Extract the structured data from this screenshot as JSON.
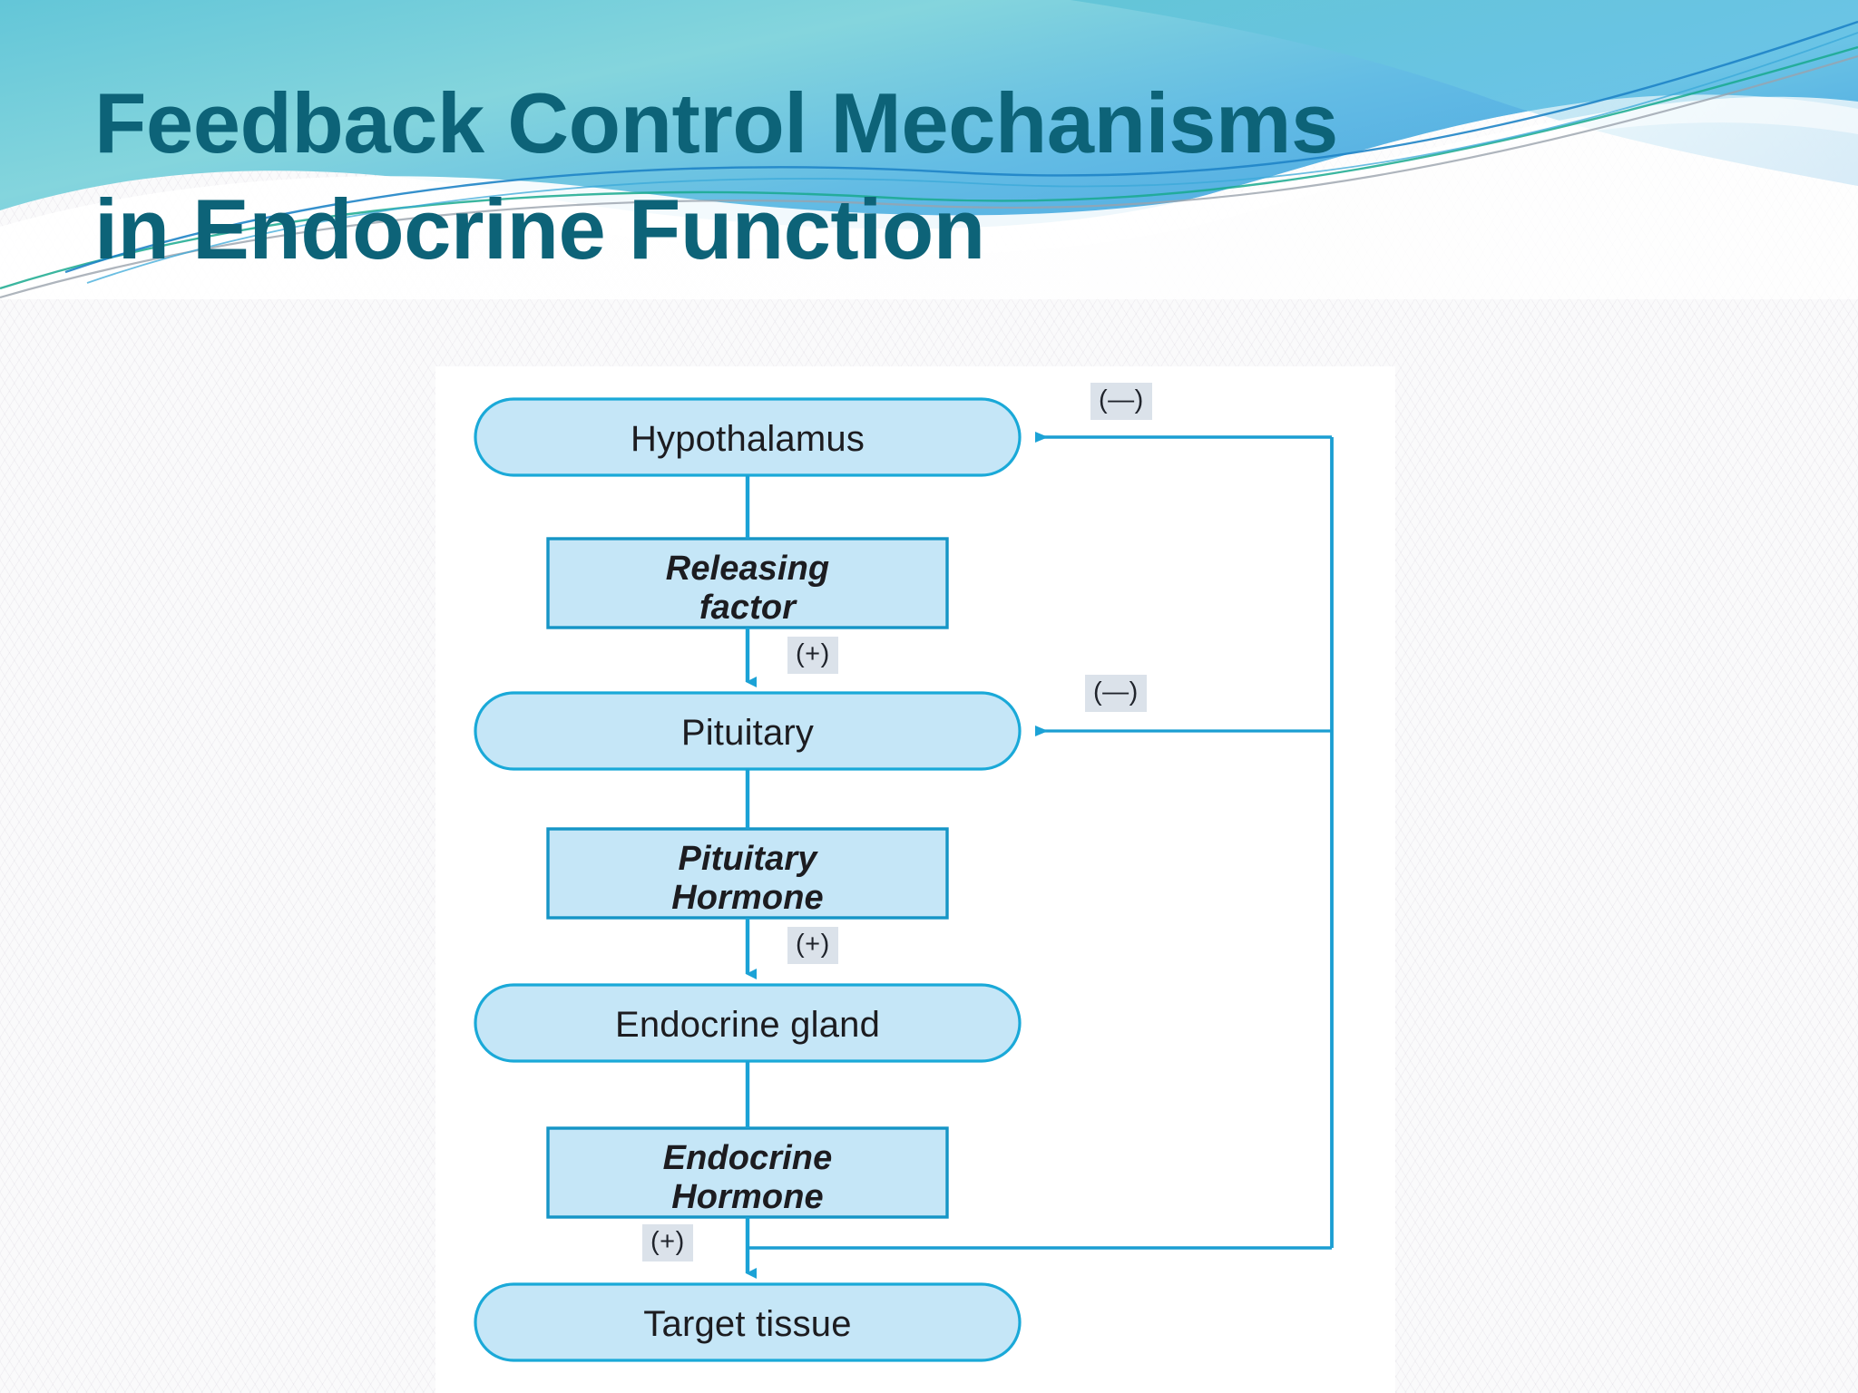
{
  "slide": {
    "title_lines": [
      "Feedback Control Mechanisms",
      "in Endocrine Function"
    ],
    "title_color": "#0d6378",
    "background_color": "#fafafb"
  },
  "header_art": {
    "name": "decorative-wave-banner",
    "gradient_from": "#7fd4e0",
    "gradient_to": "#5bb3e8",
    "accent_green": "#17a68a",
    "accent_blue": "#1d7fc4",
    "accent_gray": "#9aa3ad"
  },
  "diagram": {
    "title": "Endocrine feedback control flowchart",
    "type": "flowchart",
    "palette": {
      "node_fill": "#c5e6f7",
      "node_stroke": "#1aa9d8",
      "rect_stroke": "#1595c6",
      "arrow_color": "#1ba2d6",
      "feedback_line": "#1b9ed2",
      "sign_bg": "#dbe2ea",
      "text_color": "#1c1c20",
      "panel_bg": "#ffffff"
    },
    "nodes": [
      {
        "id": "hypothalamus",
        "shape": "pill",
        "label": "Hypothalamus"
      },
      {
        "id": "releasing-factor",
        "shape": "rect",
        "label": "Releasing\nfactor"
      },
      {
        "id": "pituitary",
        "shape": "pill",
        "label": "Pituitary"
      },
      {
        "id": "pituitary-hormone",
        "shape": "rect",
        "label": "Pituitary\nHormone"
      },
      {
        "id": "endocrine-gland",
        "shape": "pill",
        "label": "Endocrine gland"
      },
      {
        "id": "endocrine-hormone",
        "shape": "rect",
        "label": "Endocrine\nHormone"
      },
      {
        "id": "target-tissue",
        "shape": "pill",
        "label": "Target tissue"
      }
    ],
    "edges": [
      {
        "id": "hypothalamus-to-releasing-factor",
        "from": "hypothalamus",
        "to": "releasing-factor",
        "sign": ""
      },
      {
        "id": "releasing-factor-to-pituitary",
        "from": "releasing-factor",
        "to": "pituitary",
        "sign": "(+)"
      },
      {
        "id": "pituitary-to-pituitary-hormone",
        "from": "pituitary",
        "to": "pituitary-hormone",
        "sign": ""
      },
      {
        "id": "pituitary-hormone-to-gland",
        "from": "pituitary-hormone",
        "to": "endocrine-gland",
        "sign": "(+)"
      },
      {
        "id": "gland-to-endocrine-hormone",
        "from": "endocrine-gland",
        "to": "endocrine-hormone",
        "sign": ""
      },
      {
        "id": "endocrine-hormone-to-target",
        "from": "endocrine-hormone",
        "to": "target-tissue",
        "sign": "(+)"
      },
      {
        "id": "feedback-to-hypothalamus",
        "from": "endocrine-hormone",
        "to": "hypothalamus",
        "sign": "(—)"
      },
      {
        "id": "feedback-to-pituitary",
        "from": "endocrine-hormone",
        "to": "pituitary",
        "sign": "(—)"
      }
    ],
    "sign_labels": {
      "releasing_factor_plus": "(+)",
      "pituitary_hormone_plus": "(+)",
      "endocrine_hormone_plus": "(+)",
      "hypothalamus_minus": "(—)",
      "pituitary_minus": "(—)"
    }
  }
}
